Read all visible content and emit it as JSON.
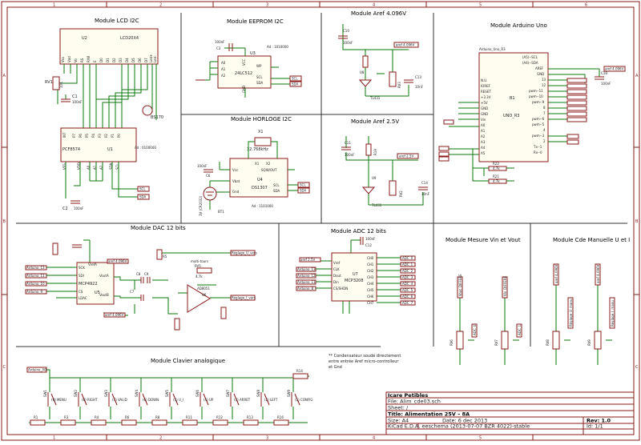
{
  "frame": {
    "col_numbers": [
      "1",
      "2",
      "3",
      "4",
      "5",
      "6"
    ],
    "row_letters": [
      "A",
      "B",
      "C"
    ]
  },
  "modules": {
    "lcd": "Module LCD I2C",
    "eeprom": "Module EEPROM I2C",
    "aref4096": "Module Aref 4.096V",
    "arduino": "Module Arduino Uno",
    "horloge": "Module HORLOGE I2C",
    "aref25": "Module Aref 2.5V",
    "dac": "Module DAC 12 bits",
    "adc": "Module ADC 12 bits",
    "mesure": "Module Mesure Vin et Vout",
    "cde": "Module Cde Manuelle U et I",
    "clavier": "Module Clavier analogique"
  },
  "lcd": {
    "u2_ref": "U2",
    "u2_value": "LCD20X4",
    "u2_pins": [
      "Vss",
      "Vdd",
      "Vo",
      "RS",
      "R/W",
      "E",
      "D0",
      "D1",
      "D2",
      "D3",
      "D4",
      "D5",
      "D6",
      "D7",
      "Led+",
      "Led-"
    ],
    "u1_ref": "U1",
    "u1_value": "PCF8574",
    "u1_addr": "Ad : 0100000",
    "u1_pins_top": [
      "P7",
      "P6",
      "P5",
      "P4",
      "P3",
      "P2",
      "P1",
      "P0",
      "INT"
    ],
    "u1_pins_bottom": [
      "VSS",
      "VDD",
      "A0",
      "A1",
      "A2",
      "SDA",
      "SCL"
    ],
    "q1": "BS170",
    "rv1": "RV1",
    "c1": "C1",
    "c2": "C2",
    "c2_value": "100nF",
    "c1_value": "100nF",
    "rv1_value": "10K",
    "net_scl": "SCL",
    "net_sda": "SDA"
  },
  "eeprom": {
    "ref": "U3",
    "value": "24LC512",
    "addr": "Ad : 1010000",
    "pins_left": [
      "A0",
      "A1",
      "A2"
    ],
    "pins_right": [
      "WP",
      "SCL",
      "SDA"
    ],
    "vcc": "VCC",
    "gnd": "GND",
    "c_ref": "C3",
    "c_value": "100nF",
    "net_scl": "SCL",
    "net_sda": "SDA"
  },
  "aref4096": {
    "c10": "C10",
    "c10_value": "100nF",
    "u8": "U8",
    "rv3": "RV3",
    "ic": "TL431",
    "c13": "C13",
    "c13_value": "10nF",
    "net": "aref 4.096V"
  },
  "arduino": {
    "board_label": "Arduino_Uno_R3",
    "ref": "B1",
    "value": "UNO_R3",
    "pins_left": [
      "N.U.",
      "IOREF",
      "RESET",
      "+3.3V",
      "+5V",
      "GND",
      "GND",
      "Vin",
      "A0",
      "A1",
      "A2",
      "A3",
      "A4",
      "A5"
    ],
    "pins_right": [
      "(A5)--SCL",
      "(A4)--SDA",
      "AREF",
      "GND",
      "13",
      "12",
      "pwm--11",
      "pwm--10",
      "pwm--9",
      "8",
      "7",
      "pwm--6",
      "pwm--5",
      "4",
      "pwm--3",
      "2",
      "Tx--1",
      "Rx--0"
    ],
    "r22": "R22",
    "r22_value": "4.7k",
    "r21": "R21",
    "r21_value": "4.7k",
    "c18": "C18",
    "c18_value": "100nF",
    "net_aref": "aref 4.096V"
  },
  "horloge": {
    "x1": "X1",
    "x1_value": "32.768kHz",
    "ref": "U4",
    "value": "DS1307",
    "addr": "Ad : 1101000",
    "pins": [
      "Vcc",
      "X1",
      "X2",
      "SQW/OUT",
      "Vbat",
      "SCL",
      "Gnd",
      "SDA"
    ],
    "c6": "C6",
    "c6_value": "100nF",
    "bt1": "BT1",
    "battery": "3V (CR2032)",
    "net_scl": "SCL",
    "net_sda": "SDA"
  },
  "aref25": {
    "c11": "C11",
    "c11_value": "100nF",
    "r19": "R19",
    "u9": "U9",
    "rv2": "RV2",
    "ic": "TL431",
    "c14": "C14",
    "c14_value": "10nF",
    "net": "aref 2.5V"
  },
  "dac": {
    "ref": "U5",
    "value": "MCP4922",
    "pins": [
      "SCK",
      "SDI",
      "CS",
      "LDAC",
      "SHDN",
      "VoutA",
      "VoutB",
      "VrefA",
      "VrefB"
    ],
    "u6": "U6",
    "u6_value": "AD8051",
    "r5": "R5",
    "c8": "C8",
    "c9": "C9",
    "c7": "C7",
    "rv5": "RV5",
    "rv_note": "multi-tours",
    "rv_value": "4.7k",
    "net_in": [
      "Arduino_13",
      "Arduino_11",
      "Arduino_10",
      "Arduino_9"
    ],
    "net_aref": "aref 4.096V",
    "net_out1": "Réglage_U_vers",
    "net_out2": "Réglage_I_vers"
  },
  "adc": {
    "ref": "U7",
    "value": "MCP3208",
    "c12": "C12",
    "c12_value": "100nF",
    "pins_left": [
      "Vref",
      "CLK",
      "Dout",
      "Din",
      "CS/SHDN"
    ],
    "pins_right": [
      "CH0",
      "CH1",
      "CH2",
      "CH3",
      "CH4",
      "CH5",
      "CH6",
      "CH7"
    ],
    "net_in": [
      "Arduino_13",
      "Arduino_12",
      "Arduino_11",
      "Arduino_8"
    ],
    "net_out": [
      "ADC_0",
      "ADC_1",
      "ADC_2",
      "ADC_3",
      "ADC_4",
      "ADC_5",
      "ADC_6",
      "ADC_7"
    ],
    "net_aref": "aref 2.5V"
  },
  "mesure": {
    "rv6": "RV6",
    "rv7": "RV7",
    "net_in": [
      "Vout_DIFFERE",
      "Vin_DIFFERE"
    ],
    "net_out": [
      "ADC_0",
      "ADC_1"
    ]
  },
  "cde": {
    "rv8": "RV8",
    "rv9": "RV9",
    "net_in": [
      "aref 4.096V",
      "aref 4.096V"
    ],
    "net_out": [
      "Réglage_U_manu",
      "Réglage_I_manu"
    ]
  },
  "clavier": {
    "net_in": "Arduino_A0",
    "r_top": "R14",
    "switches": [
      {
        "ref": "SW1",
        "label": "(9)  MENU"
      },
      {
        "ref": "SW2",
        "label": "(8)  RIGHT"
      },
      {
        "ref": "SW3",
        "label": "(7)  VALID"
      },
      {
        "ref": "SW4",
        "label": "(6)  DOWN"
      },
      {
        "ref": "SW5",
        "label": "(5)  U_I"
      },
      {
        "ref": "SW6",
        "label": "(4)  UP"
      },
      {
        "ref": "SW7",
        "label": "(3)  ARRET"
      },
      {
        "ref": "SW8",
        "label": "(2)  LEFT"
      },
      {
        "ref": "SW9",
        "label": "(1)  CONFIG"
      }
    ],
    "resistors": [
      "R1",
      "R3",
      "R4",
      "R6",
      "R8",
      "R11",
      "R12",
      "R13",
      "R16"
    ]
  },
  "note": {
    "line1": "** Condensateur soudé directement",
    "line2": "entre entrée Aref micro-controlleur",
    "line3": "et Gnd"
  },
  "title_block": {
    "company": "Icare Petibles",
    "file": "File: Alim_cde03.sch",
    "sheet": "Sheet: /",
    "title": "Title: Alimentation 25V – 8A",
    "size": "Size: A4",
    "date": "Date: 6 dec 2013",
    "rev": "Rev: 1.0",
    "kicad": "KiCad E.D.A.  eeschema (2013-07-07 BZR 4022)-stable",
    "id": "Id: 1/1"
  }
}
